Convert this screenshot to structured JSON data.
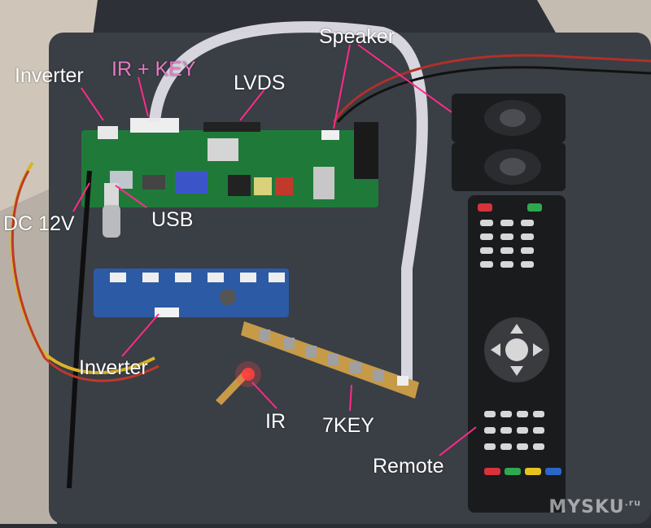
{
  "labels": {
    "inverter_top": "Inverter",
    "ir_key": "IR + KEY",
    "lvds": "LVDS",
    "speaker": "Speaker",
    "dc": "DC 12V",
    "usb": "USB",
    "inverter_bottom": "Inverter",
    "ir": "IR",
    "seven_key": "7KEY",
    "remote": "Remote"
  },
  "watermark": {
    "text": "MYSKU",
    "suffix": ".ru"
  },
  "colors": {
    "arrow": "#ff2b8a",
    "pink_label": "#e879c6",
    "board_green": "#1f7a3a",
    "inverter_blue": "#2d5aa5",
    "ribbon": "#e9e6ee"
  }
}
